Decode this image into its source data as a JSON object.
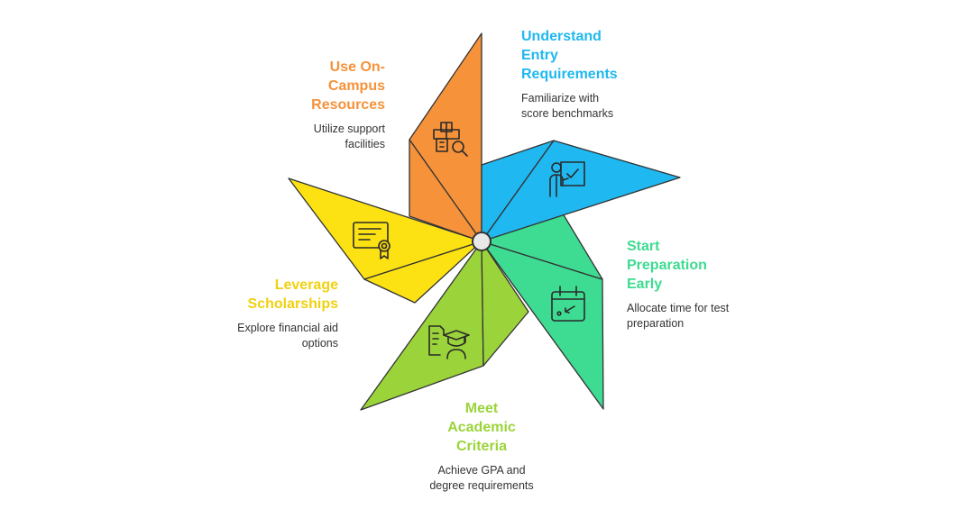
{
  "colors": {
    "orange": "#F5923A",
    "blue": "#1FB8F0",
    "teal": "#3EDB92",
    "green": "#9BD43A",
    "yellow": "#FDE213",
    "outline": "#333333",
    "hub": "#E8E8E8"
  },
  "steps": [
    {
      "id": "understand-entry",
      "title_lines": [
        "Understand",
        "Entry",
        "Requirements"
      ],
      "desc_lines": [
        "Familiarize with",
        "score benchmarks"
      ],
      "color": "#1FB8F0",
      "icon": "teacher-checkboard-icon"
    },
    {
      "id": "start-prep",
      "title_lines": [
        "Start",
        "Preparation",
        "Early"
      ],
      "desc_lines": [
        "Allocate time for test",
        "preparation"
      ],
      "color": "#3EDB92",
      "icon": "calendar-icon"
    },
    {
      "id": "meet-academic",
      "title_lines": [
        "Meet",
        "Academic",
        "Criteria"
      ],
      "desc_lines": [
        "Achieve GPA and",
        "degree requirements"
      ],
      "color": "#8CCB33",
      "icon": "graduate-document-icon"
    },
    {
      "id": "leverage-scholarships",
      "title_lines": [
        "Leverage",
        "Scholarships"
      ],
      "desc_lines": [
        "Explore financial aid",
        "options"
      ],
      "color": "#F0D10F",
      "icon": "certificate-icon"
    },
    {
      "id": "use-resources",
      "title_lines": [
        "Use On-",
        "Campus",
        "Resources"
      ],
      "desc_lines": [
        "Utilize support",
        "facilities"
      ],
      "color": "#F5923A",
      "icon": "building-search-icon"
    }
  ]
}
